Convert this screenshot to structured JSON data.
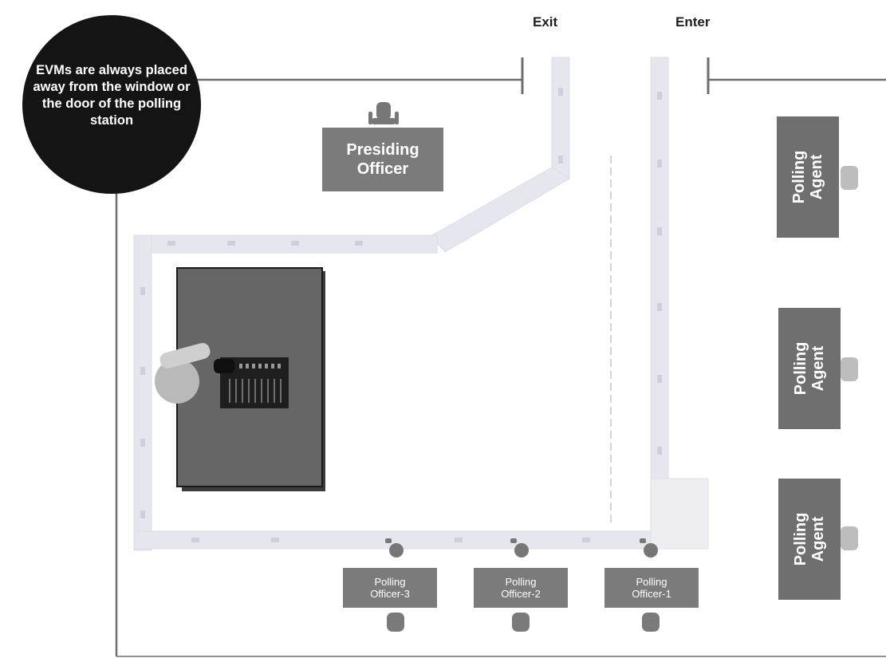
{
  "callout": {
    "text": "EVMs are\nalways placed\naway from the\nwindow or the\ndoor of the\npolling station"
  },
  "doors": {
    "exit": "Exit",
    "enter": "Enter"
  },
  "presiding_officer": {
    "label": "Presiding\nOfficer"
  },
  "polling_officers": [
    {
      "label": "Polling\nOfficer-3"
    },
    {
      "label": "Polling\nOfficer-2"
    },
    {
      "label": "Polling\nOfficer-1"
    }
  ],
  "polling_agents": [
    {
      "label": "Polling\nAgent"
    },
    {
      "label": "Polling\nAgent"
    },
    {
      "label": "Polling\nAgent"
    }
  ],
  "colors": {
    "wall": "#6e6e6e",
    "path": "#e4e4ec",
    "box": "#7b7b7b",
    "booth": "#5b5b5b",
    "callout": "#141414"
  }
}
